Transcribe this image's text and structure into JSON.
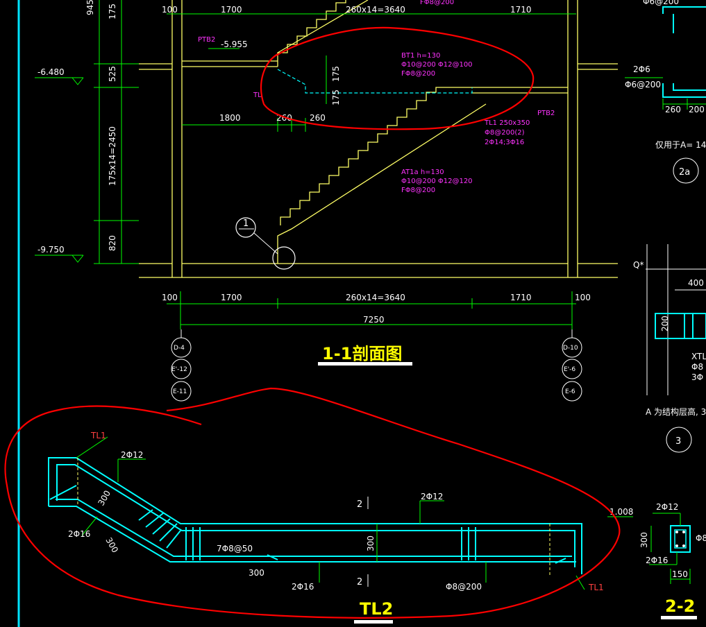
{
  "section_1_1": {
    "title": "1-1剖面图",
    "dims_top": [
      "100",
      "1700",
      "260x14=3640",
      "1710"
    ],
    "dims_bottom": [
      "100",
      "1700",
      "260x14=3640",
      "1710",
      "100"
    ],
    "overall_width": "7250",
    "top_left_partial": "945",
    "top_right_partial": "FΦ8@200",
    "left_vertical_dims": [
      "175",
      "525",
      "175x14=2450",
      "820"
    ],
    "elevations": [
      "-6.480",
      "-9.750",
      "-5.955"
    ],
    "landing_dims": [
      "1800",
      "260",
      "260"
    ],
    "step_dims": [
      "175",
      "175"
    ],
    "ptb2_label": "PTB2",
    "tl_label": "TL",
    "bt1": {
      "name": "BT1 h=130",
      "rebar": "Φ10@200 Φ12@100",
      "dist": "FΦ8@200"
    },
    "tl1": {
      "name": "TL1 250x350",
      "stirrup": "Φ8@200(2)",
      "bars": "2Φ14;3Φ16"
    },
    "ptb2_right": "PTB2",
    "at1a": {
      "name": "AT1a h=130",
      "rebar": "Φ10@200 Φ12@120",
      "dist": "FΦ8@200"
    },
    "detail_callout": "1",
    "axis_left": [
      "D-4",
      "E'-12",
      "E-11"
    ],
    "axis_right": [
      "D-10",
      "E'-6",
      "E-6"
    ]
  },
  "right_details": {
    "top_partial": "Φ6@200",
    "bars_2a": [
      "2Φ6",
      "Φ6@200"
    ],
    "dims_2a": [
      "260",
      "200"
    ],
    "note_2a": "仅用于A= 14.",
    "label_2a": "2a",
    "q_label": "Q*",
    "dim_400": "400",
    "dim_200": "200",
    "xtl_lines": [
      "XTL",
      "Φ8",
      "3Φ"
    ],
    "note_3": "A 为结构层高, 3",
    "label_3": "3"
  },
  "tl2": {
    "title": "TL2",
    "tl1_top": "TL1",
    "tl1_bottom": "TL1",
    "top_bars_left": "2Φ12",
    "top_bars_mid": "2Φ12",
    "left_bars": "2Φ16",
    "bottom_bars": "2Φ16",
    "dim_300_a": "300",
    "dim_300_b": "300",
    "dim_300_c": "300",
    "dim_300_bottom": "300",
    "stirrup_dense": "7Φ8@50",
    "stirrup": "Φ8@200",
    "section_mark": "2",
    "elev_1008": "1.008"
  },
  "section_2_2": {
    "title": "2-2",
    "top_bars": "2Φ12",
    "bottom_bars": "2Φ16",
    "height": "300",
    "width": "150",
    "side_partial": "Φ8"
  },
  "colors": {
    "wall": "#ffff66",
    "dim": "#00ff00",
    "rebar": "#00ffff",
    "annotation": "#ff33ff",
    "markup": "#ff0000",
    "title": "#ffff00",
    "frame": "#00e5ff"
  }
}
